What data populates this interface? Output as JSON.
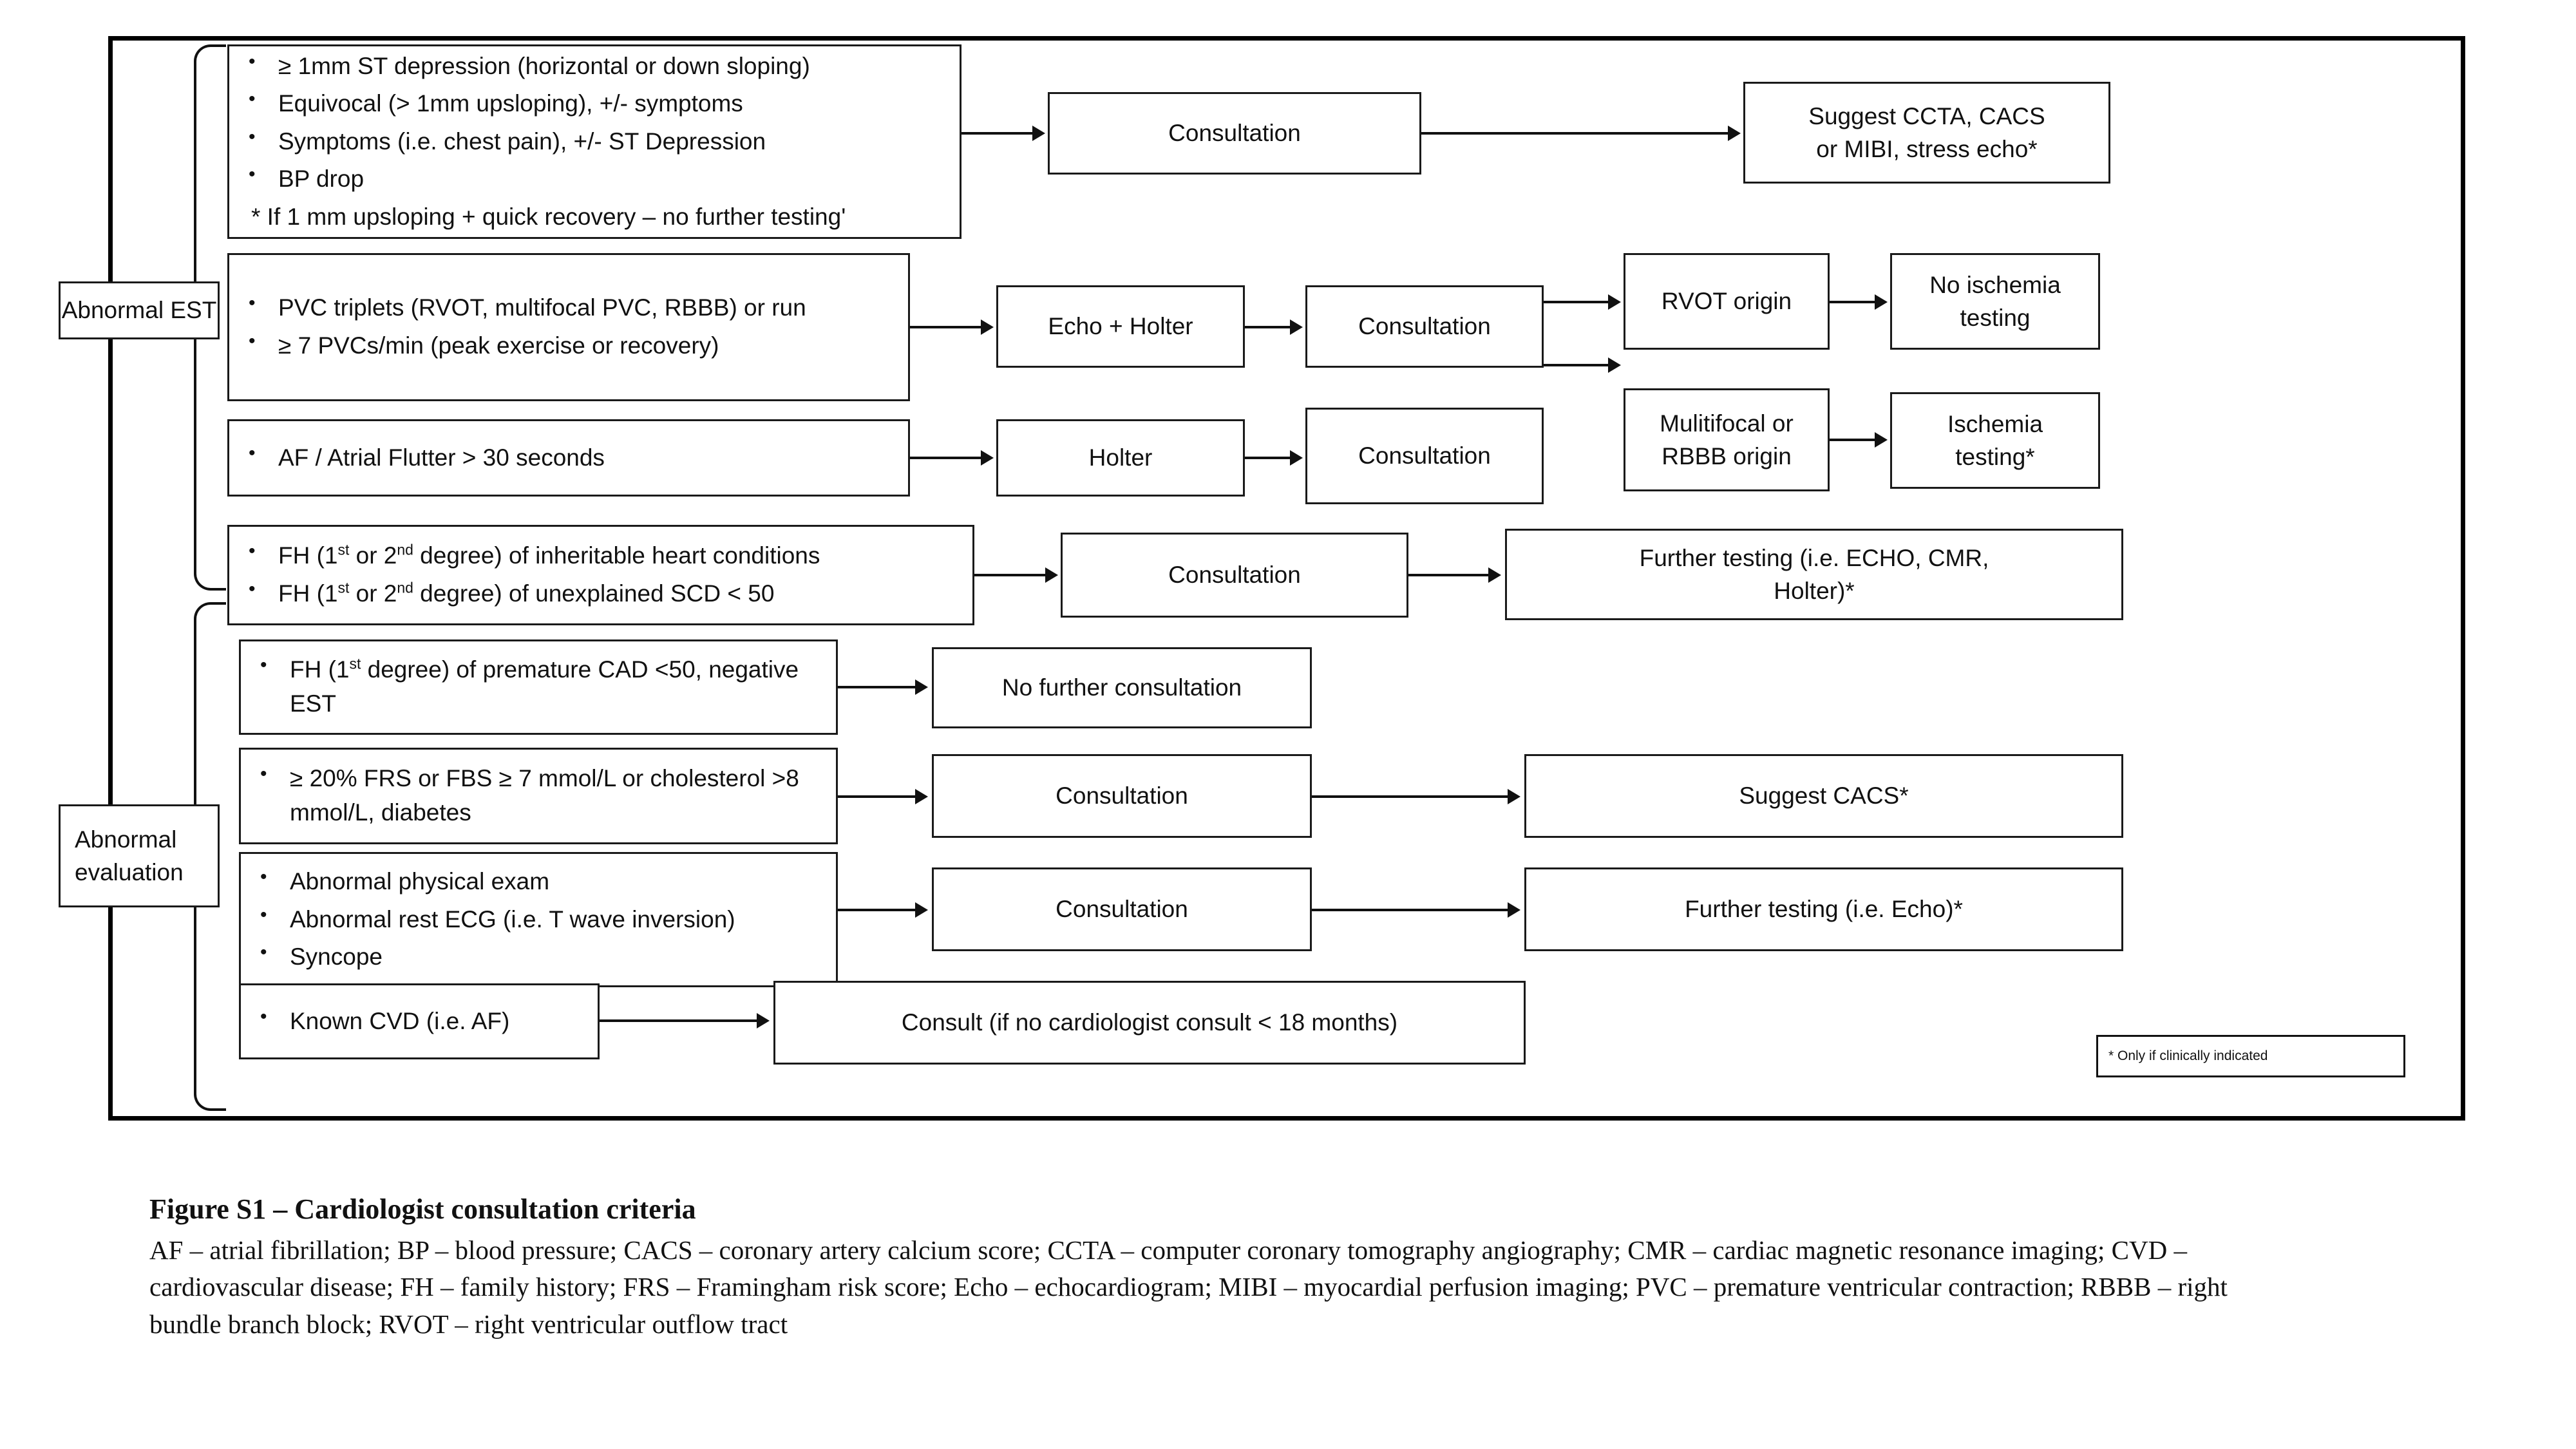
{
  "figure": {
    "caption_title": "Figure S1 – Cardiologist consultation criteria",
    "caption_body": "AF – atrial fibrillation; BP – blood pressure; CACS – coronary artery calcium score; CCTA – computer coronary tomography angiography; CMR – cardiac magnetic resonance imaging; CVD – cardiovascular disease; FH – family history; FRS – Framingham risk score; Echo – echocardiogram; MIBI – myocardial perfusion imaging; PVC – premature ventricular contraction; RBBB – right bundle branch block; RVOT – right ventricular outflow tract",
    "footnote": "* Only if clinically indicated"
  },
  "entry_nodes": {
    "abnormal_est": "Abnormal EST",
    "abnormal_evaluation": "Abnormal\nevaluation"
  },
  "criteria": {
    "st_depression": {
      "b1": "≥ 1mm ST depression (horizontal or down sloping)",
      "b2": "Equivocal (> 1mm upsloping), +/- symptoms",
      "b3": "Symptoms (i.e. chest pain), +/- ST Depression",
      "b4": "BP drop",
      "b5": "* If 1 mm upsloping + quick recovery – no further testing'"
    },
    "pvc": {
      "b1": "PVC triplets (RVOT, multifocal PVC, RBBB) or run",
      "b2": "≥ 7 PVCs/min (peak exercise or recovery)"
    },
    "af": {
      "b1": "AF / Atrial Flutter > 30 seconds"
    },
    "fh_inherit": {
      "b1_pre": "FH (1",
      "b1_sup1": "st",
      "b1_mid": " or 2",
      "b1_sup2": "nd",
      "b1_post": "  degree) of inheritable heart conditions",
      "b2_pre": "FH (1",
      "b2_sup1": "st",
      "b2_mid": " or 2",
      "b2_sup2": "nd",
      "b2_post": " degree) of unexplained SCD < 50"
    },
    "fh_cad": {
      "b1_pre": "FH (1",
      "b1_sup1": "st",
      "b1_post": " degree) of premature CAD <50, negative EST"
    },
    "frs": {
      "b1": "≥ 20% FRS or FBS  ≥ 7 mmol/L or cholesterol >8 mmol/L, diabetes"
    },
    "exam": {
      "b1": "Abnormal physical exam",
      "b2": "Abnormal rest ECG (i.e. T wave inversion)",
      "b3": "Syncope"
    },
    "cvd": {
      "b1": "Known CVD (i.e. AF)"
    }
  },
  "actions": {
    "consultation_1": "Consultation",
    "consultation_2": "Consultation",
    "consultation_3": "Consultation",
    "consultation_4": "Consultation",
    "consultation_5": "Consultation",
    "consultation_6": "Consultation",
    "echo_holter": "Echo + Holter",
    "holter": "Holter",
    "no_further_consultation": "No further consultation",
    "consult_18_months": "Consult  (if no cardiologist consult < 18 months)"
  },
  "outcomes": {
    "suggest_ccta": "Suggest CCTA, CACS\nor MIBI, stress echo*",
    "rvot_origin": "RVOT origin",
    "no_ischemia_testing": "No ischemia\ntesting",
    "multifocal_rbbb": "Mulitifocal or\nRBBB origin",
    "ischemia_testing": "Ischemia\ntesting*",
    "further_testing_echo_cmr": "Further testing (i.e. ECHO, CMR,\nHolter)*",
    "suggest_cacs": "Suggest CACS*",
    "further_testing_echo": "Further testing (i.e. Echo)*"
  },
  "colors": {
    "border": "#1a1a1a",
    "frame": "#000000",
    "background": "#ffffff",
    "text": "#111111"
  }
}
